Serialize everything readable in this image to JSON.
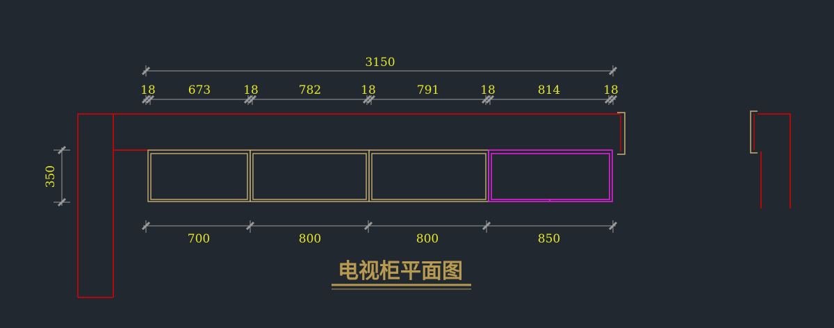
{
  "drawing": {
    "title": "电视柜平面图",
    "overall_width": "3150",
    "top_dimensions": [
      "18",
      "673",
      "18",
      "782",
      "18",
      "791",
      "18",
      "814",
      "18"
    ],
    "bottom_dimensions": [
      "700",
      "800",
      "800",
      "850"
    ],
    "depth_dimension": "350"
  },
  "colors": {
    "background": "#212830",
    "wall": "#e00000",
    "cabinet": "#c8b070",
    "highlight_cabinet": "#e020e0",
    "dimension_line": "#9a9a9a",
    "dimension_text": "#e6e62a",
    "title": "#b89a50"
  }
}
